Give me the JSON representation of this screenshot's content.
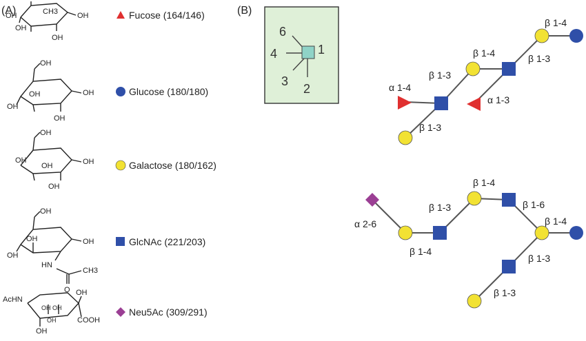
{
  "panel_a": {
    "label": "(A)"
  },
  "panel_b": {
    "label": "(B)"
  },
  "legend": [
    {
      "name": "Fucose (164/146)",
      "shape": "triangle",
      "color": "#e03030"
    },
    {
      "name": "Glucose (180/180)",
      "shape": "circle",
      "color": "#2f4fa8"
    },
    {
      "name": "Galactose (180/162)",
      "shape": "circle",
      "color": "#f2e233"
    },
    {
      "name": "GlcNAc (221/203)",
      "shape": "square",
      "color": "#2f4fa8"
    },
    {
      "name": "Neu5Ac (309/291)",
      "shape": "diamond",
      "color": "#9b3f94"
    }
  ],
  "structures": {
    "fucose": {
      "oh1": "OH",
      "oh2": "OH",
      "oh3": "OH",
      "oh4": "OH",
      "ch3": "CH3"
    },
    "glucose": {
      "oh1": "OH",
      "oh2": "OH",
      "oh3": "OH",
      "oh4": "OH",
      "oh5": "OH"
    },
    "galactose": {
      "oh1": "OH",
      "oh2": "OH",
      "oh3": "OH",
      "oh4": "OH",
      "oh5": "OH"
    },
    "glcnac": {
      "oh1": "OH",
      "oh2": "OH",
      "oh3": "OH",
      "oh4": "OH",
      "nh": "HN",
      "ch3": "CH3",
      "o": "O"
    },
    "neu5ac": {
      "acnh": "AcHN",
      "oh1": "OH",
      "oh2": "OH",
      "oh3": "OH",
      "oh4": "OH",
      "oh5": "OH",
      "cooh": "COOH"
    }
  },
  "key": {
    "positions": [
      "6",
      "4",
      "3",
      "1",
      "2"
    ],
    "box_color": "#dff0d8"
  },
  "glycan_top": {
    "linkages": [
      "β 1-4",
      "β 1-3",
      "β 1-4",
      "β 1-3",
      "α 1-4",
      "α 1-3",
      "β 1-3"
    ]
  },
  "glycan_bottom": {
    "linkages": [
      "β 1-4",
      "β 1-3",
      "β 1-6",
      "β 1-4",
      "α 2-6",
      "β 1-4",
      "β 1-3",
      "β 1-3"
    ]
  }
}
